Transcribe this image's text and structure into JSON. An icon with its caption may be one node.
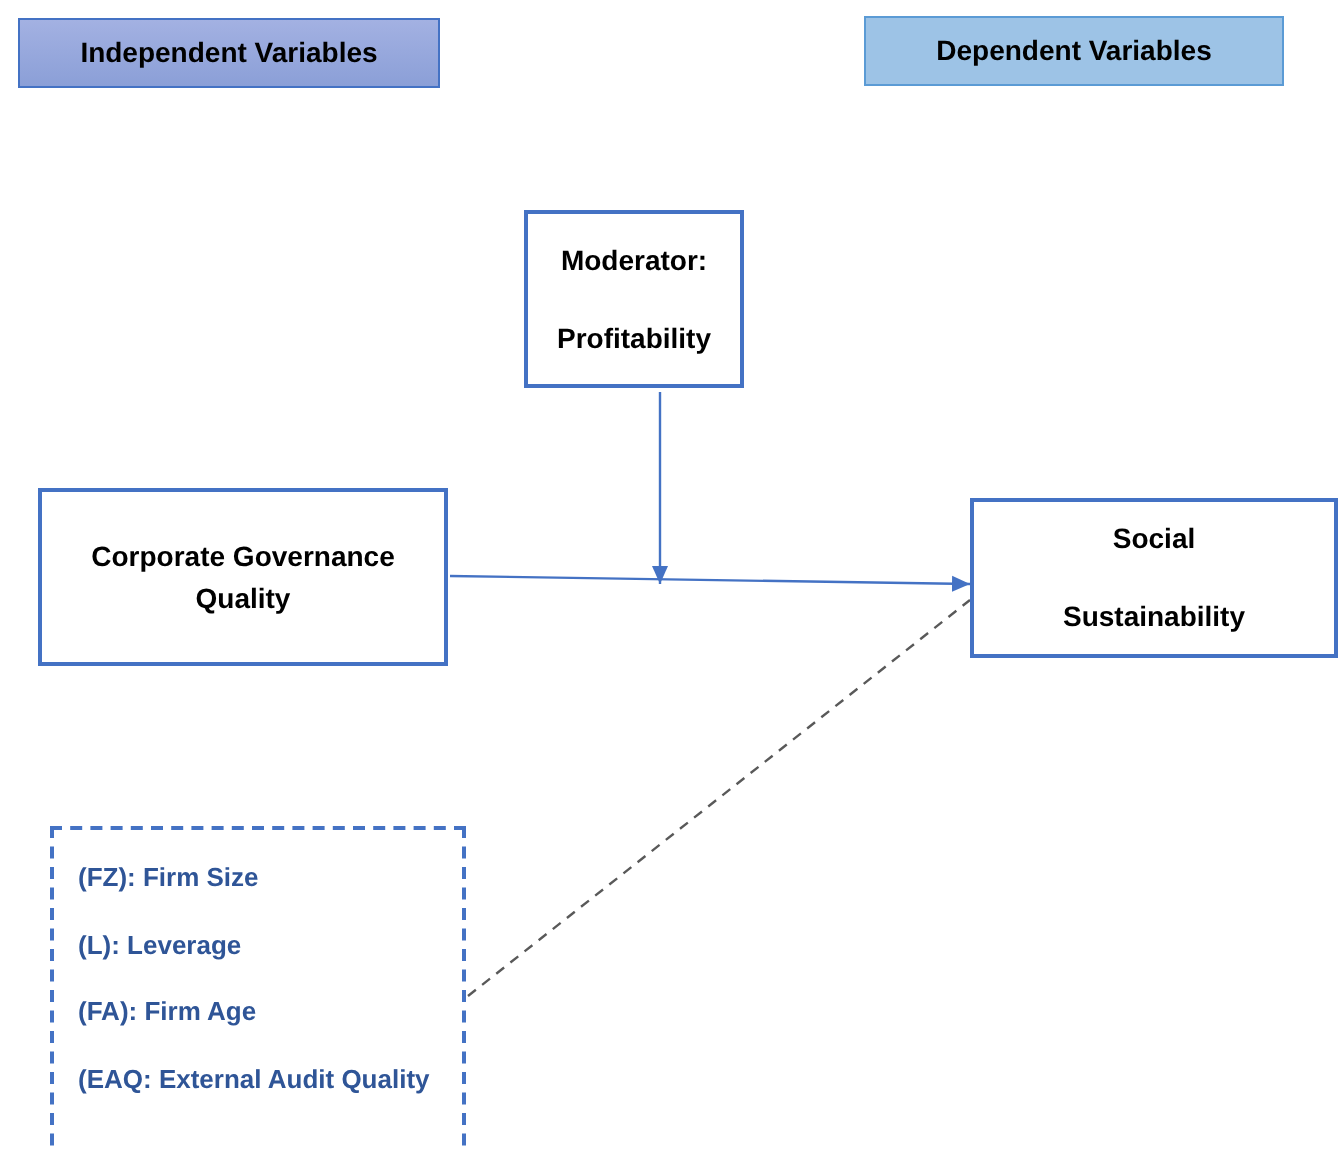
{
  "diagram": {
    "nodes": [
      {
        "text": [
          "Independent Variables"
        ]
      },
      {
        "text": [
          "Dependent Variables"
        ]
      },
      {
        "text": [
          "Moderator:",
          "Profitability"
        ]
      },
      {
        "text": [
          "Corporate Governance Quality"
        ]
      },
      {
        "text": [
          "Social",
          "Sustainability"
        ]
      },
      {
        "text": [
          "(FZ): Firm Size",
          "(L): Leverage",
          "(FA): Firm Age",
          "(EAQ: External Audit Quality"
        ]
      }
    ],
    "edges": [
      {
        "from": 3,
        "to": 4,
        "arrow": "to"
      },
      {
        "from": 2,
        "to": null,
        "arrow": "to"
      },
      {
        "from": 5,
        "to": 4,
        "arrow": "none",
        "style": "dashed",
        "color": "#595959"
      }
    ]
  }
}
